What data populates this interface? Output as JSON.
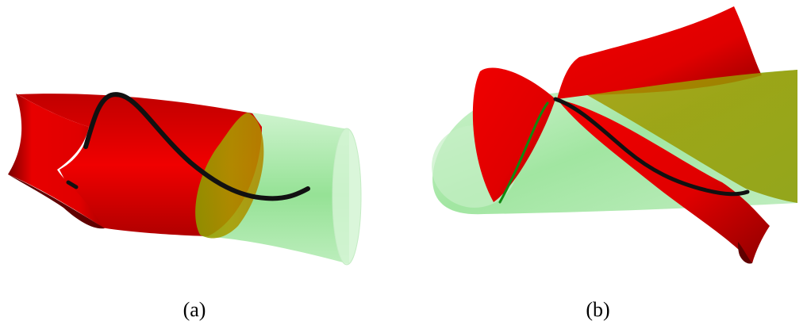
{
  "panels": [
    {
      "caption": "(a)",
      "surfaces": [
        {
          "name": "red-surface",
          "color": "#e00000"
        },
        {
          "name": "green-cylinder",
          "color": "#7fd87f"
        }
      ],
      "curve": {
        "name": "black-curve",
        "color": "#000000"
      }
    },
    {
      "caption": "(b)",
      "surfaces": [
        {
          "name": "red-surface",
          "color": "#e00000"
        },
        {
          "name": "green-cylinder",
          "color": "#7fd87f"
        }
      ],
      "curve": {
        "name": "black-curve",
        "color": "#000000"
      }
    }
  ]
}
